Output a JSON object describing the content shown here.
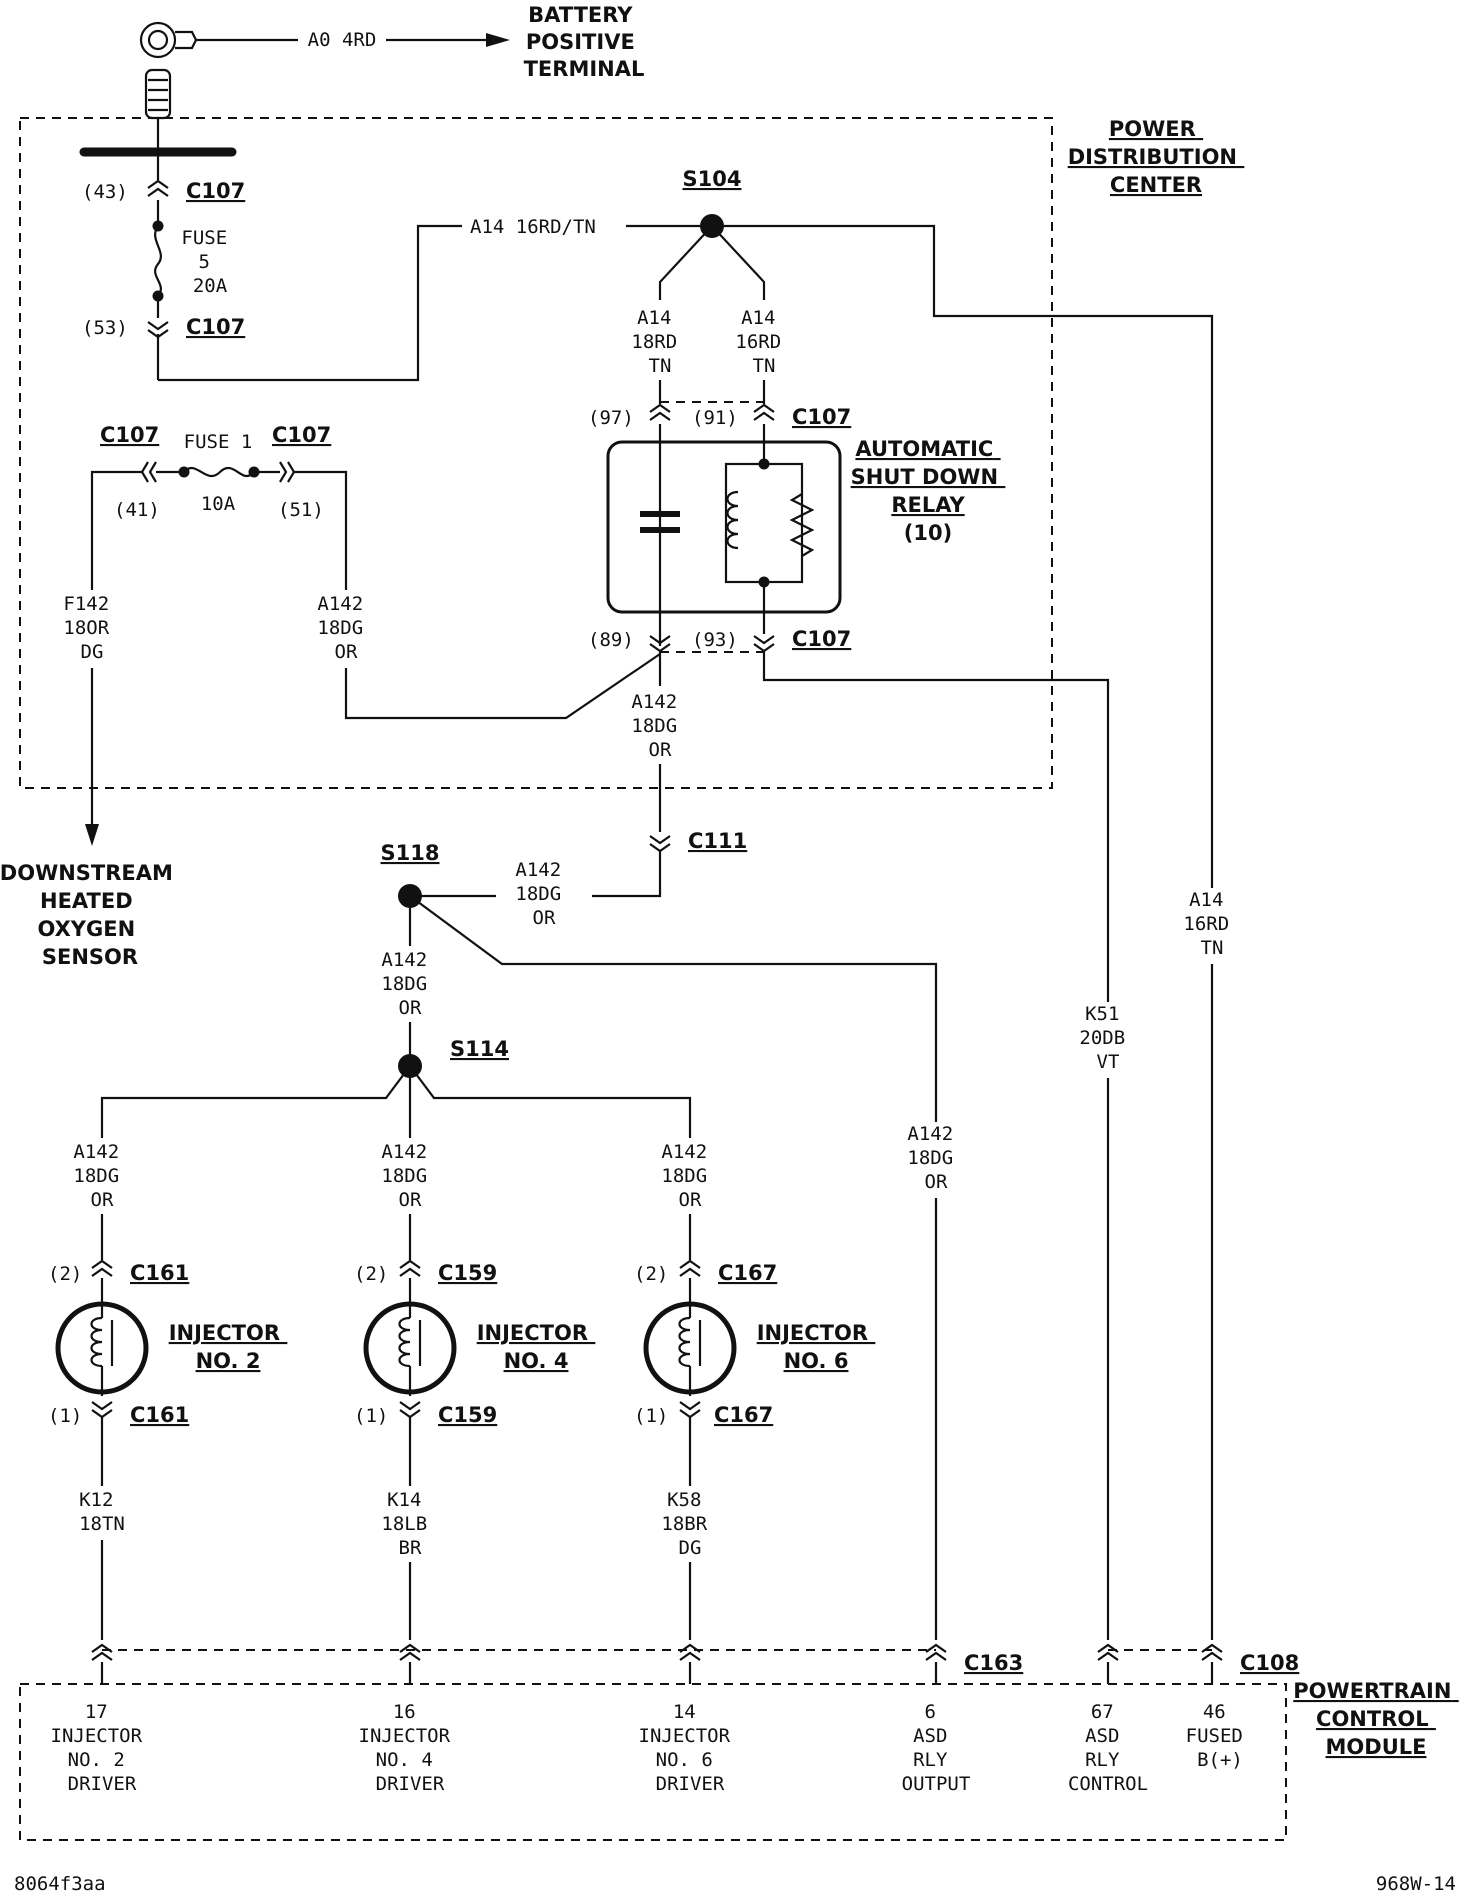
{
  "battery": {
    "wire": "A0 4RD",
    "label": [
      "BATTERY",
      "POSITIVE",
      "TERMINAL"
    ]
  },
  "pdc": {
    "label": [
      "POWER",
      "DISTRIBUTION",
      "CENTER"
    ]
  },
  "pcm": {
    "label": [
      "POWERTRAIN",
      "CONTROL",
      "MODULE"
    ]
  },
  "asd": {
    "label": [
      "AUTOMATIC",
      "SHUT DOWN",
      "RELAY",
      "(10)"
    ]
  },
  "sensor": {
    "label": [
      "DOWNSTREAM",
      "HEATED",
      "OXYGEN",
      "SENSOR"
    ]
  },
  "connectors": {
    "c107": "C107",
    "c111": "C111",
    "c161": "C161",
    "c159": "C159",
    "c167": "C167",
    "c163": "C163",
    "c108": "C108"
  },
  "pins": {
    "p43": "(43)",
    "p53": "(53)",
    "p41": "(41)",
    "p51": "(51)",
    "p97": "(97)",
    "p91": "(91)",
    "p89": "(89)",
    "p93": "(93)",
    "p2": "(2)",
    "p1": "(1)"
  },
  "splices": {
    "s104": "S104",
    "s118": "S118",
    "s114": "S114"
  },
  "fuse5": [
    "FUSE",
    "5",
    "20A"
  ],
  "fuse1": {
    "name": "FUSE 1",
    "rating": "10A"
  },
  "wires": {
    "a14_top": "A14 16RD/TN",
    "a14_18": [
      "A14",
      "18RD",
      "TN"
    ],
    "a14_16": [
      "A14",
      "16RD",
      "TN"
    ],
    "f142": [
      "F142",
      "18OR",
      "DG"
    ],
    "a142": [
      "A142",
      "18DG",
      "OR"
    ],
    "k51": [
      "K51",
      "20DB",
      "VT"
    ],
    "k12": [
      "K12",
      "18TN"
    ],
    "k14": [
      "K14",
      "18LB",
      "BR"
    ],
    "k58": [
      "K58",
      "18BR",
      "DG"
    ]
  },
  "injectors": [
    {
      "label": "INJECTOR",
      "num": "NO. 2"
    },
    {
      "label": "INJECTOR",
      "num": "NO. 4"
    },
    {
      "label": "INJECTOR",
      "num": "NO. 6"
    }
  ],
  "pcm_pins": [
    [
      "17",
      "INJECTOR",
      "NO. 2",
      "DRIVER"
    ],
    [
      "16",
      "INJECTOR",
      "NO. 4",
      "DRIVER"
    ],
    [
      "14",
      "INJECTOR",
      "NO. 6",
      "DRIVER"
    ],
    [
      "6",
      "ASD",
      "RLY",
      "OUTPUT"
    ],
    [
      "67",
      "ASD",
      "RLY",
      "CONTROL"
    ],
    [
      "46",
      "FUSED",
      "B(+)"
    ]
  ],
  "footer": {
    "left": "8064f3aa",
    "right": "968W-14"
  }
}
